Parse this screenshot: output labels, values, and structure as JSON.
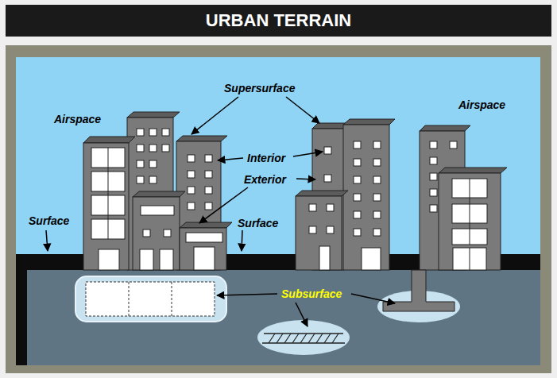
{
  "diagram": {
    "title": "URBAN TERRAIN",
    "labels": [
      "Airspace",
      "Supersurface",
      "Airspace",
      "Interior",
      "Exterior",
      "Surface",
      "Surface",
      "Subsurface"
    ]
  }
}
